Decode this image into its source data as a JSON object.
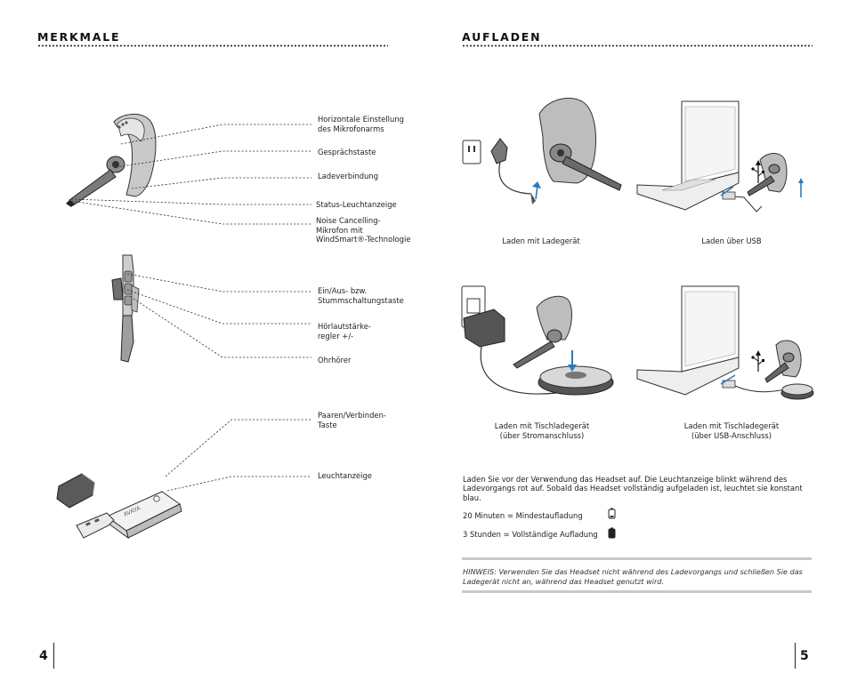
{
  "left": {
    "heading": "MERKMALE",
    "headset_labels": [
      "Horizontale Einstellung\ndes Mikrofonarms",
      "Gesprächstaste",
      "Ladeverbindung",
      "Status-Leuchtanzeige",
      "Noise Cancelling-\nMikrofon mit\nWindSmart®-Technologie"
    ],
    "side_labels": [
      "Ein/Aus- bzw.\nStummschaltungstaste",
      "Hörlautstärke-\nregler +/-",
      "Ohrhörer"
    ],
    "usb_labels": [
      "Paaren/Verbinden-\nTaste",
      "Leuchtanzeige"
    ],
    "usb_brand": "AVAYA",
    "page_number": "4"
  },
  "right": {
    "heading": "AUFLADEN",
    "captions": [
      "Laden mit Ladegerät",
      "Laden über USB",
      "Laden mit Tischladegerät\n(über Stromanschluss)",
      "Laden mit Tischladegerät\n(über USB-Anschluss)"
    ],
    "intro": "Laden Sie vor der Verwendung das Headset auf. Die Leuchtanzeige blinkt während des Ladevorgangs rot auf. Sobald das Headset vollständig aufgeladen ist, leuchtet sie konstant blau.",
    "charge_rows": [
      {
        "text": "20 Minuten = Mindestaufladung",
        "icon": "battery-low-icon"
      },
      {
        "text": "3 Stunden = Vollständige Aufladung",
        "icon": "battery-full-icon"
      }
    ],
    "note": "HINWEIS: Verwenden Sie das Headset nicht während des Ladevorgangs und schließen Sie das Ladegerät nicht an, während das Headset genutzt wird.",
    "page_number": "5"
  }
}
